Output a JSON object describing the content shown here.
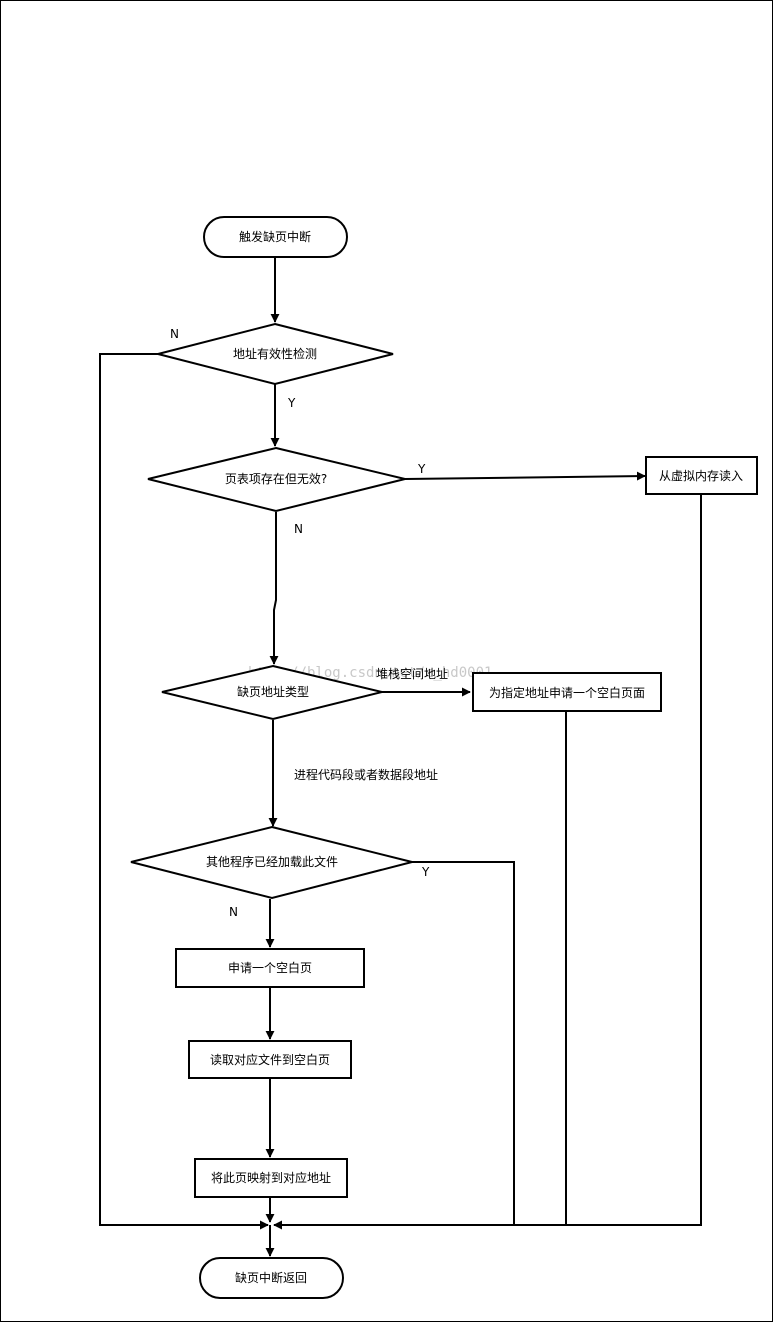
{
  "nodes": {
    "start": "触发缺页中断",
    "check_valid": "地址有效性检测",
    "pte_invalid": "页表项存在但无效?",
    "read_virtual": "从虚拟内存读入",
    "addr_type": "缺页地址类型",
    "alloc_for_addr": "为指定地址申请一个空白页面",
    "other_loaded": "其他程序已经加载此文件",
    "alloc_blank": "申请一个空白页",
    "read_file": "读取对应文件到空白页",
    "map_page": "将此页映射到对应地址",
    "end": "缺页中断返回"
  },
  "edge_labels": {
    "check_no": "N",
    "check_yes": "Y",
    "pte_yes": "Y",
    "pte_no": "N",
    "heap_stack": "堆栈空间地址",
    "code_data": "进程代码段或者数据段地址",
    "loaded_yes": "Y",
    "loaded_no": "N"
  },
  "watermark": "http://blog.csdn.net/c_hd0001",
  "colors": {
    "stroke": "#000000",
    "background": "#ffffff",
    "watermark": "#c8c8c8"
  }
}
